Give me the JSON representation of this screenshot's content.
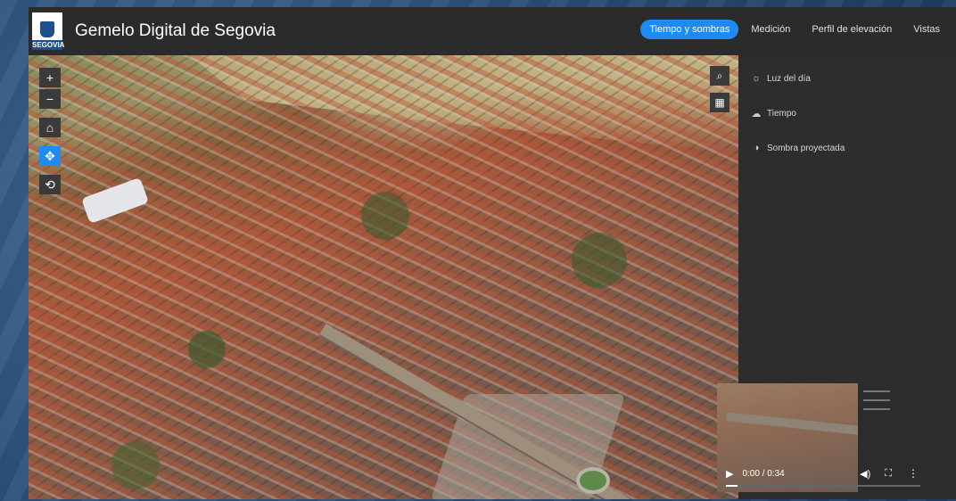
{
  "header": {
    "logo_text": "SEGOVIA",
    "title": "Gemelo Digital de Segovia",
    "tabs": [
      {
        "label": "Tiempo y sombras",
        "active": true
      },
      {
        "label": "Medición",
        "active": false
      },
      {
        "label": "Perfil de elevación",
        "active": false
      },
      {
        "label": "Vistas",
        "active": false
      }
    ]
  },
  "map_tools": {
    "left": [
      {
        "icon": "plus-icon",
        "glyph": "+"
      },
      {
        "icon": "minus-icon",
        "glyph": "−"
      },
      {
        "icon": "home-icon",
        "glyph": "⌂"
      },
      {
        "icon": "pan-icon",
        "glyph": "✥"
      },
      {
        "icon": "rotate-icon",
        "glyph": "⟲"
      }
    ],
    "right": [
      {
        "icon": "search-icon",
        "glyph": "⌕"
      },
      {
        "icon": "layers-icon",
        "glyph": "▦"
      }
    ]
  },
  "panel": {
    "items": [
      {
        "icon": "sun-icon",
        "glyph": "☼",
        "label": "Luz del día"
      },
      {
        "icon": "cloud-icon",
        "glyph": "☁",
        "label": "Tiempo"
      },
      {
        "icon": "shadow-icon",
        "glyph": "◑",
        "label": "Sombra proyectada"
      }
    ]
  },
  "video": {
    "time": "0:00 / 0:34",
    "progress": 0.06
  },
  "colors": {
    "accent": "#1e8bf5",
    "app_bg": "#2b2b2b",
    "panel_bg": "#2d2d2d"
  }
}
